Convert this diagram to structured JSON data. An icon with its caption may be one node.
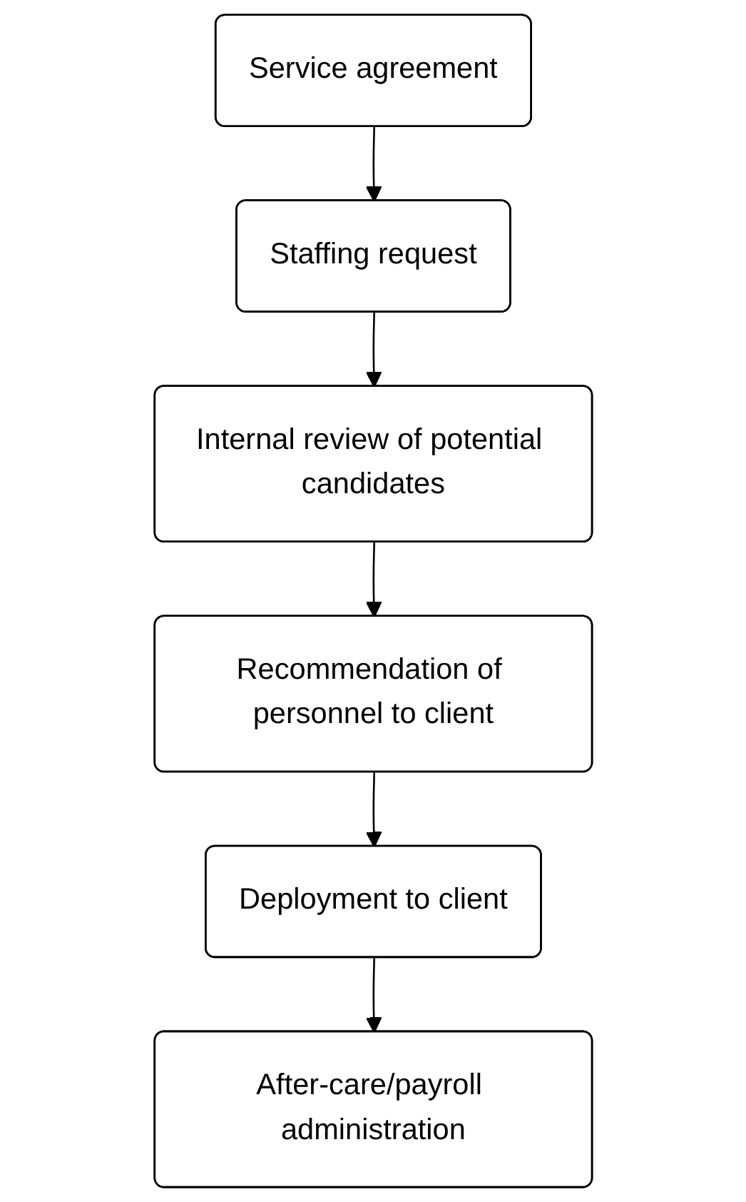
{
  "diagram": {
    "nodes": [
      {
        "text": [
          "Service agreement"
        ]
      },
      {
        "text": [
          "Staffing request"
        ]
      },
      {
        "text": [
          "Internal review of potential candidates"
        ]
      },
      {
        "text": [
          "Recommendation of personnel to client"
        ]
      },
      {
        "text": [
          "Deployment to client"
        ]
      },
      {
        "text": [
          "After-care/payroll administration"
        ]
      }
    ],
    "edges": [
      {
        "from": 0,
        "to": 1,
        "arrow": "to"
      },
      {
        "from": 1,
        "to": 2,
        "arrow": "to"
      },
      {
        "from": 2,
        "to": 3,
        "arrow": "to"
      },
      {
        "from": 3,
        "to": 4,
        "arrow": "to"
      },
      {
        "from": 4,
        "to": 5,
        "arrow": "to"
      }
    ]
  }
}
